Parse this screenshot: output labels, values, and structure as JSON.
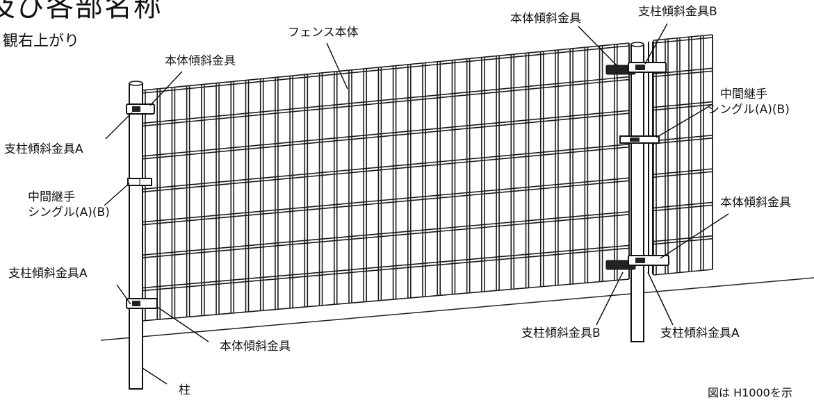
{
  "title": "及び各部名称",
  "subtitle": "観右上がり",
  "labels": {
    "fence_body": "フェンス本体",
    "body_bracket_top_left": "本体傾斜金具",
    "post_bracket_a_upper_left": "支柱傾斜金具A",
    "joint_left_line1": "中間継手",
    "joint_left_line2": "シングル(A)(B)",
    "post_bracket_a_lower_left": "支柱傾斜金具A",
    "body_bracket_bottom_left": "本体傾斜金具",
    "post": "柱",
    "body_bracket_top_right": "本体傾斜金具",
    "post_bracket_b_top_right": "支柱傾斜金具B",
    "joint_right_line1": "中間継手",
    "joint_right_line2": "シングル(A)(B)",
    "body_bracket_right": "本体傾斜金具",
    "post_bracket_b_bottom": "支柱傾斜金具B",
    "post_bracket_a_bottom_right": "支柱傾斜金具A"
  },
  "note": "図は H1000を示"
}
